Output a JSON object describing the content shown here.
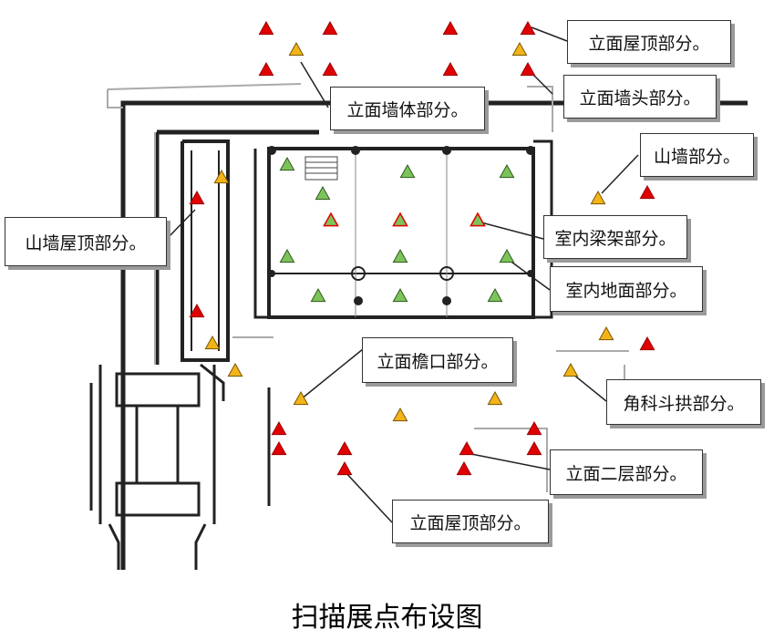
{
  "colors": {
    "red": "#e00000",
    "orange": "#f2b418",
    "green": "#7cc35a",
    "wall": "#222222",
    "faint": "#999999"
  },
  "labels": {
    "elevation_roof_top": "立面屋顶部分。",
    "elevation_wall": "立面墙体部分。",
    "elevation_wall_head": "立面墙头部分。",
    "gable": "山墙部分。",
    "gable_roof": "山墙屋顶部分。",
    "interior_beam": "室内梁架部分。",
    "interior_floor": "室内地面部分。",
    "eaves": "立面檐口部分。",
    "corner_bracket": "角科斗拱部分。",
    "second_floor": "立面二层部分。",
    "elevation_roof_bottom": "立面屋顶部分。"
  },
  "markers": {
    "red": "red triangle",
    "orange": "orange triangle",
    "green": "green triangle"
  },
  "caption": "扫描展点布设图"
}
